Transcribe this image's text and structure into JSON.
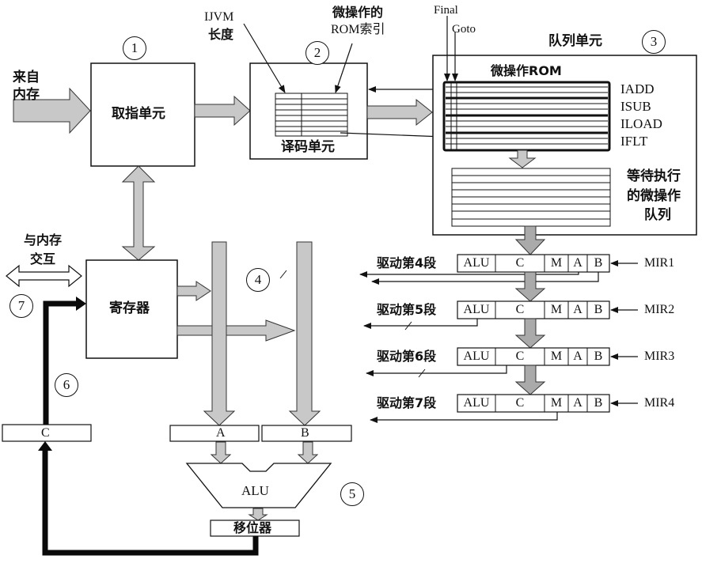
{
  "figure": {
    "title": "Mic-4 微体系结构流水线",
    "colors": {
      "line": "#111111",
      "arrow_fill": "#c8c8c8",
      "thick_path": "#0a0a0a",
      "background": "#ffffff"
    }
  },
  "units": {
    "fetch": {
      "number": "1",
      "label": "取指单元",
      "input_label_line1": "来自",
      "input_label_line2": "内存"
    },
    "decode": {
      "number": "2",
      "label": "译码单元",
      "ijvm_label_line1": "IJVM",
      "ijvm_label_line2": "长度",
      "rom_index_line1": "微操作的",
      "rom_index_line2": "ROM索引"
    },
    "queue": {
      "number": "3",
      "label": "队列单元",
      "rom_title": "微操作ROM",
      "final_label": "Final",
      "goto_label": "Goto",
      "instructions": [
        "IADD",
        "ISUB",
        "ILOAD",
        "IFLT"
      ],
      "pending_line1": "等待执行",
      "pending_line2": "的微操作",
      "pending_line3": "队列"
    },
    "datapath": {
      "number": "4"
    },
    "alu": {
      "number": "5",
      "label": "ALU",
      "shifter_label": "移位器",
      "latch_a": "A",
      "latch_b": "B"
    },
    "writeback": {
      "number": "6",
      "latch_c": "C"
    },
    "memory": {
      "number": "7",
      "label_line1": "与内存",
      "label_line2": "交互"
    },
    "registers": {
      "label": "寄存器"
    }
  },
  "mirs": [
    {
      "name": "MIR1",
      "drive": "驱动第4段",
      "fields": [
        "ALU",
        "C",
        "M",
        "A",
        "B"
      ]
    },
    {
      "name": "MIR2",
      "drive": "驱动第5段",
      "fields": [
        "ALU",
        "C",
        "M",
        "A",
        "B"
      ]
    },
    {
      "name": "MIR3",
      "drive": "驱动第6段",
      "fields": [
        "ALU",
        "C",
        "M",
        "A",
        "B"
      ]
    },
    {
      "name": "MIR4",
      "drive": "驱动第7段",
      "fields": [
        "ALU",
        "C",
        "M",
        "A",
        "B"
      ]
    }
  ]
}
